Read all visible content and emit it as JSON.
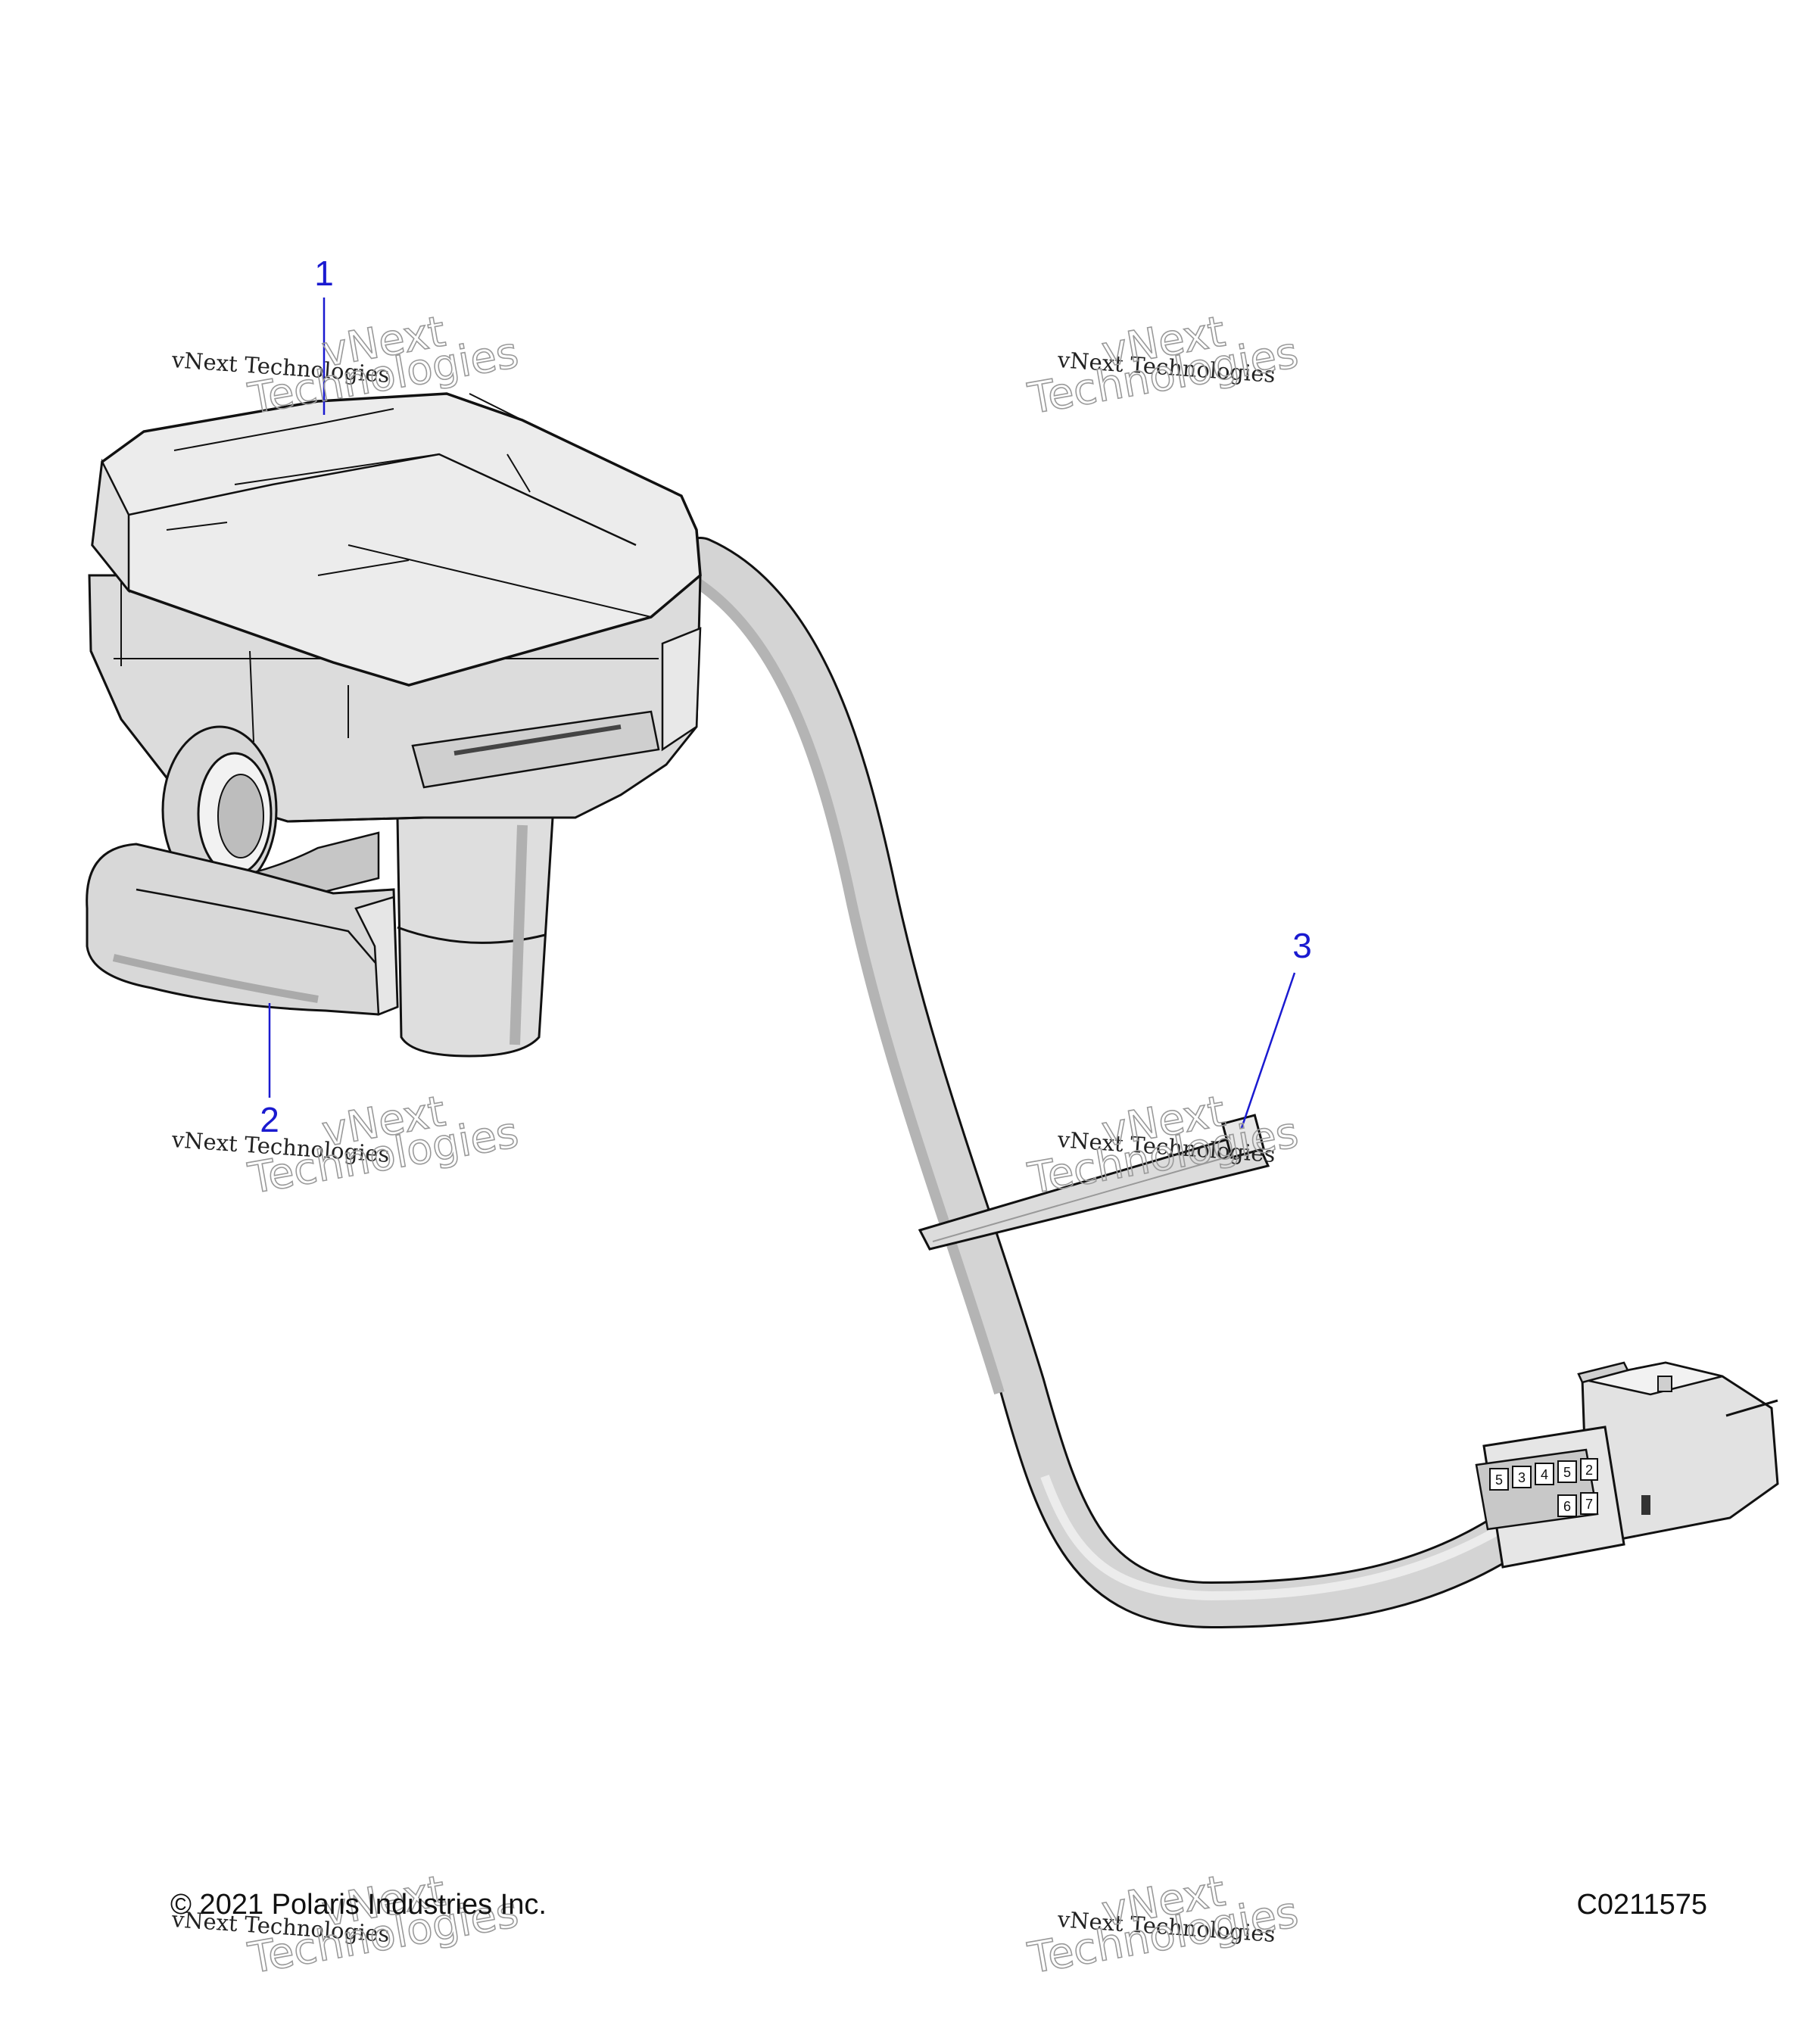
{
  "callouts": [
    {
      "number": "1"
    },
    {
      "number": "2"
    },
    {
      "number": "3"
    }
  ],
  "footer": {
    "copyright": "© 2021 Polaris Industries Inc.",
    "figure_code": "C0211575"
  },
  "watermark": {
    "line1": "vNext Technologies",
    "line2": "vNext",
    "line3": "Technologies"
  },
  "connector_pins": [
    "5",
    "3",
    "4",
    "5",
    "2",
    "6",
    "7"
  ]
}
